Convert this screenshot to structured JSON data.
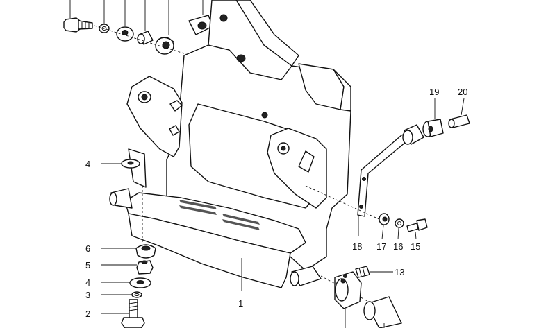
{
  "diagram": {
    "callouts": {
      "c1": "1",
      "c2": "2",
      "c3": "3",
      "c4a": "4",
      "c4b": "4",
      "c5": "5",
      "c6": "6",
      "c13": "13",
      "c15": "15",
      "c16": "16",
      "c17": "17",
      "c18": "18",
      "c19": "19",
      "c20": "20"
    }
  }
}
